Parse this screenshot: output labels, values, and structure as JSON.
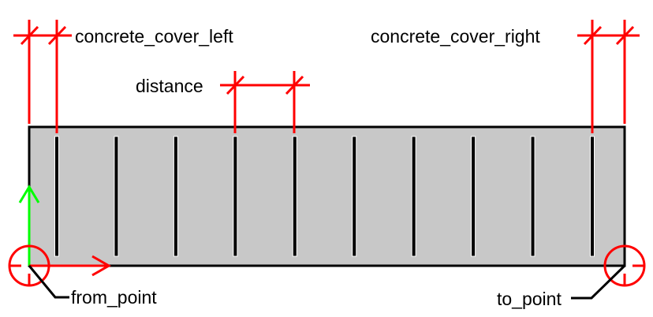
{
  "labels": {
    "concrete_cover_left": "concrete_cover_left",
    "concrete_cover_right": "concrete_cover_right",
    "distance": "distance",
    "from_point": "from_point",
    "to_point": "to_point"
  },
  "bar_count": 10,
  "colors": {
    "section_fill": "#c8c8c8",
    "dimension": "#ff0000",
    "y_axis": "#00ff00",
    "outline": "#000000"
  }
}
